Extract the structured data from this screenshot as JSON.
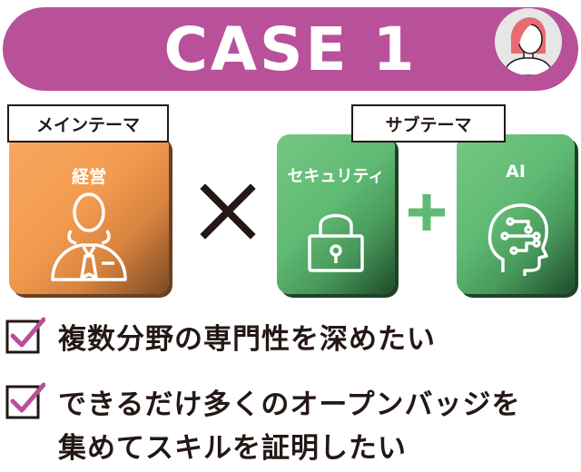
{
  "header": {
    "title": "CASE 1",
    "avatar_icon": "woman-avatar-icon"
  },
  "colors": {
    "banner": "#b9509a",
    "main_theme": "#f29b4f",
    "sub_theme": "#5fba74",
    "check": "#b9509a"
  },
  "main_theme": {
    "tab_label": "メインテーマ",
    "card_label": "経営",
    "card_icon": "businessperson-icon"
  },
  "sub_theme": {
    "tab_label": "サブテーマ",
    "cards": [
      {
        "label": "セキュリティ",
        "icon": "padlock-icon"
      },
      {
        "label": "AI",
        "icon": "ai-head-icon"
      }
    ]
  },
  "operators": {
    "times_icon": "times-icon",
    "plus_icon": "plus-icon"
  },
  "checklist": [
    {
      "lines": [
        "複数分野の専門性を深めたい"
      ]
    },
    {
      "lines": [
        "できるだけ多くのオープンバッジを",
        "集めてスキルを証明したい"
      ]
    }
  ]
}
